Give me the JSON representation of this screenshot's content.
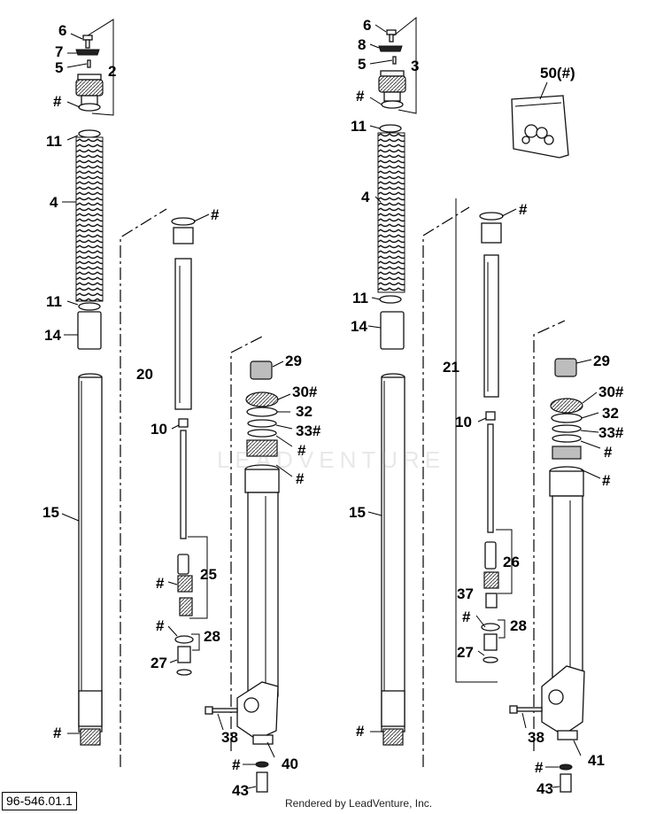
{
  "diagram_code": "96-546.01.1",
  "credit": "Rendered by LeadVenture, Inc.",
  "watermark": "LEADVENTURE",
  "callouts_left": {
    "c6": "6",
    "c7": "7",
    "c5": "5",
    "c2": "2",
    "ch1": "#",
    "c11a": "11",
    "c4": "4",
    "c11b": "11",
    "c14": "14",
    "c15": "15",
    "ch2": "#",
    "c20": "20",
    "ch3": "#",
    "c10": "10",
    "c29": "29",
    "c30": "30#",
    "c32": "32",
    "c33": "33#",
    "ch4": "#",
    "ch5": "#",
    "c25": "25",
    "ch6": "#",
    "ch7": "#",
    "c28": "28",
    "c27": "27",
    "c38": "38",
    "ch8": "#",
    "c40": "40",
    "c43": "43"
  },
  "callouts_right": {
    "c6": "6",
    "c8": "8",
    "c5": "5",
    "c3": "3",
    "ch1": "#",
    "c11a": "11",
    "c4": "4",
    "c11b": "11",
    "c14": "14",
    "c15": "15",
    "ch2": "#",
    "c21": "21",
    "ch3": "#",
    "c10": "10",
    "c29": "29",
    "c30": "30#",
    "c32": "32",
    "c33": "33#",
    "ch4": "#",
    "ch5": "#",
    "c26": "26",
    "c37": "37",
    "ch6": "#",
    "c28": "28",
    "c27": "27",
    "c38": "38",
    "ch7": "#",
    "c41": "41",
    "c43": "43"
  },
  "kit": {
    "label": "50(#)"
  }
}
